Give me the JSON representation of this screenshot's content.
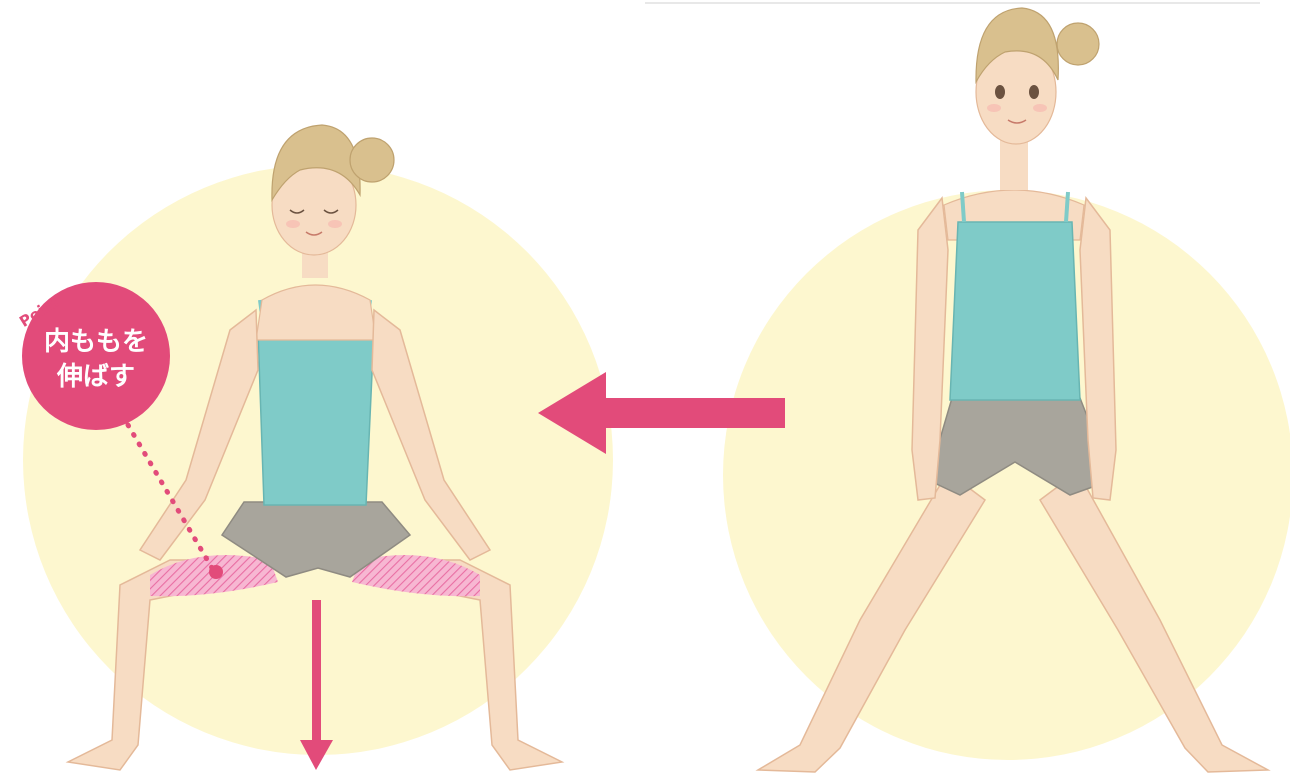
{
  "callout": {
    "tag": "Point",
    "line1": "内ももを",
    "line2": "伸ばす"
  },
  "colors": {
    "background": "#ffffff",
    "circle": "#fdf7cf",
    "accent": "#e24b7a",
    "thigh_highlight": "#f19ac0",
    "top": "#7fcbc8",
    "shorts": "#a8a59c",
    "skin": "#f7dcc3",
    "hair": "#d9c08e"
  },
  "icons": {
    "transition_arrow": "arrow-left-icon",
    "squat_arrow": "arrow-down-icon"
  }
}
